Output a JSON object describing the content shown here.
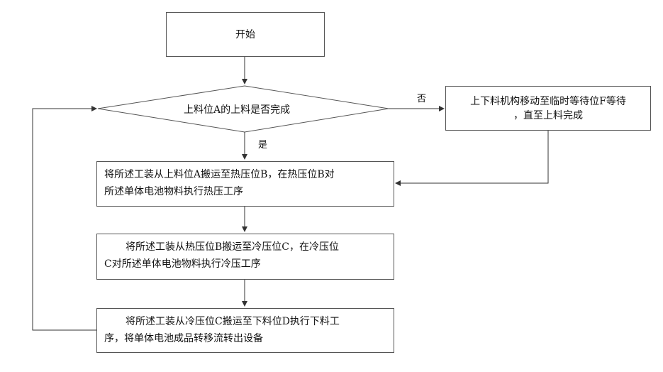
{
  "flowchart": {
    "start": "开始",
    "decision": "上料位A的上料是否完成",
    "yes_label": "是",
    "no_label": "否",
    "wait_box": [
      "上下料机构移动至临时等待位F等待",
      "，直至上料完成"
    ],
    "hot_press_box": [
      "将所述工装从上料位A搬运至热压位B，在热压位B对",
      "所述单体电池物料执行热压工序"
    ],
    "cold_press_box": [
      "将所述工装从热压位B搬运至冷压位C，在冷压位",
      "C对所述单体电池物料执行冷压工序"
    ],
    "unload_box": [
      "将所述工装从冷压位C搬运至下料位D执行下料工",
      "序，将单体电池成品转移流转出设备"
    ]
  }
}
